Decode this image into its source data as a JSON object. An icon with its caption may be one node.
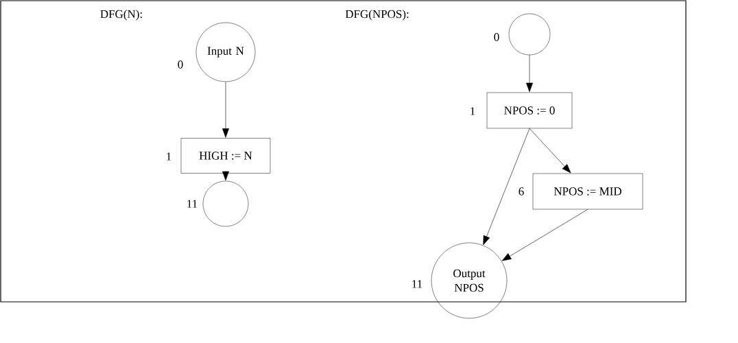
{
  "diagram": {
    "nodes": [
      {
        "text": [
          "Input N"
        ],
        "beside": [
          "0"
        ]
      },
      {
        "text": [
          "HIGH := N"
        ],
        "beside": [
          "1"
        ]
      },
      {
        "text": [],
        "shape": "circle",
        "beside": [
          "11"
        ]
      },
      {
        "text": [],
        "shape": "circle",
        "beside": [
          "0"
        ]
      },
      {
        "text": [
          "NPOS := 0"
        ],
        "beside": [
          "1"
        ]
      },
      {
        "text": [
          "NPOS := MID"
        ],
        "beside": [
          "6"
        ]
      },
      {
        "text": [
          "Output NPOS"
        ],
        "beside": [
          "11"
        ]
      }
    ],
    "edges": [
      {
        "from": 0,
        "to": 1,
        "arrow": "to"
      },
      {
        "from": 1,
        "to": 2,
        "arrow": "to"
      },
      {
        "from": 3,
        "to": 4,
        "arrow": "to"
      },
      {
        "from": 4,
        "to": 5,
        "arrow": "to"
      },
      {
        "from": 4,
        "to": 6,
        "arrow": "to"
      },
      {
        "from": 5,
        "to": 6,
        "arrow": "to"
      }
    ],
    "labels": [
      "DFG(N):",
      "DFG(NPOS):"
    ]
  }
}
